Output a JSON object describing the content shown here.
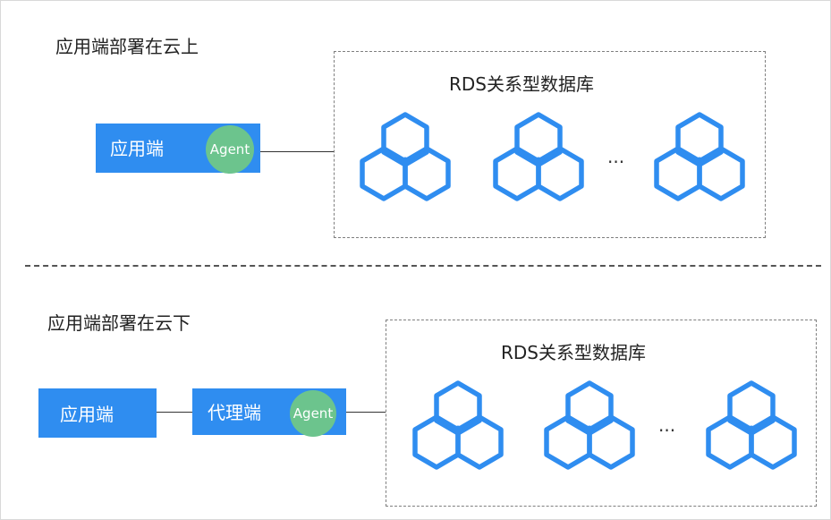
{
  "section_top": {
    "title": "应用端部署在云上",
    "app_label": "应用端",
    "agent_label": "Agent",
    "db_group_label": "RDS关系型数据库",
    "ellipsis": "..."
  },
  "section_bottom": {
    "title": "应用端部署在云下",
    "app_label": "应用端",
    "proxy_label": "代理端",
    "agent_label": "Agent",
    "db_group_label": "RDS关系型数据库",
    "ellipsis": "..."
  },
  "colors": {
    "app_box": "#2f8df0",
    "agent": "#6cc48d",
    "db_icon": "#2f8df0"
  },
  "icons": [
    "database-cluster-icon"
  ]
}
